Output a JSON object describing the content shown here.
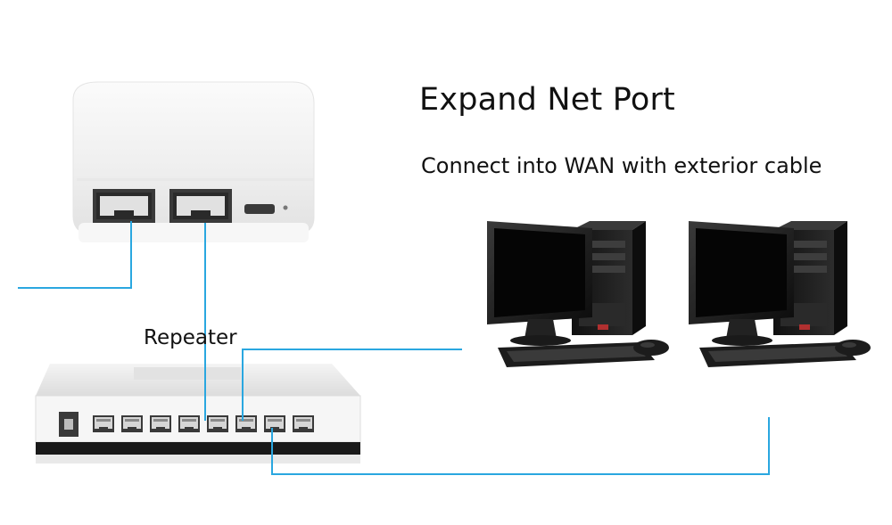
{
  "diagram": {
    "title": "Expand Net Port",
    "subtitle": "Connect into WAN with exterior cable",
    "repeater_label": "Repeater"
  },
  "colors": {
    "cable": "#2aa7e0",
    "router_body": "#f3f3f3",
    "switch_body": "#eeeeee",
    "monitor": "#161616",
    "tower": "#1e1e1e"
  },
  "icons": {
    "router": "travel-router-icon",
    "switch": "ethernet-switch-icon",
    "computer": "desktop-computer-icon"
  }
}
